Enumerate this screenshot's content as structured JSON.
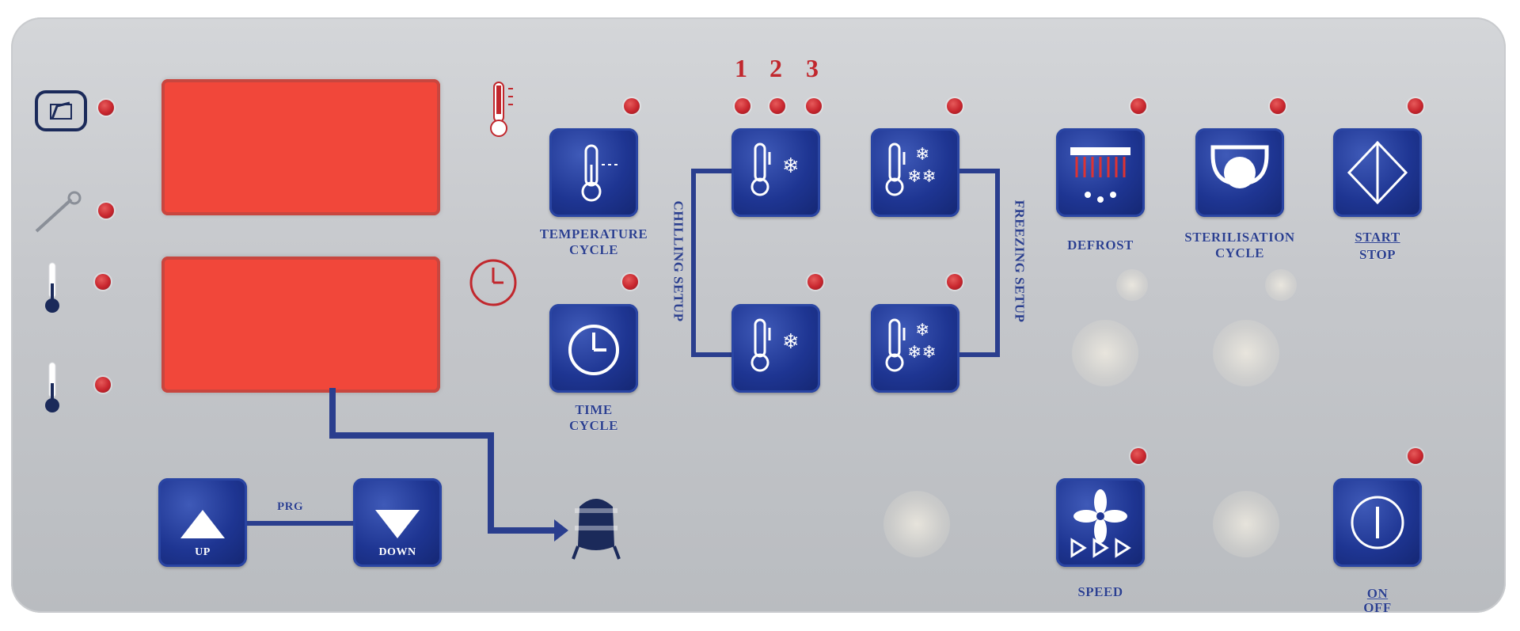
{
  "indicators": {
    "display_top_icon": "display-mode-icon",
    "probe_icon": "probe-icon",
    "thermo_icon_1": "thermometer-icon",
    "thermo_icon_2": "thermometer-icon"
  },
  "displays": {
    "upper_value": "",
    "lower_value": ""
  },
  "buttons": {
    "temperature_cycle": "TEMPERATURE\nCYCLE",
    "time_cycle": "TIME\nCYCLE",
    "defrost": "DEFROST",
    "sterilisation": "STERILISATION\nCYCLE",
    "start": "START",
    "stop": "STOP",
    "up": "UP",
    "down": "DOWN",
    "prg": "PRG",
    "speed": "SPEED",
    "on": "ON",
    "off": "OFF"
  },
  "groups": {
    "chilling_setup": "CHILLING SETUP",
    "freezing_setup": "FREEZING SETUP"
  },
  "numbers": [
    "1",
    "2",
    "3"
  ],
  "colors": {
    "panel": "#c7c9cd",
    "button": "#1e3592",
    "display": "#f1473a",
    "led": "#c8262e",
    "label": "#2b3f8f"
  }
}
